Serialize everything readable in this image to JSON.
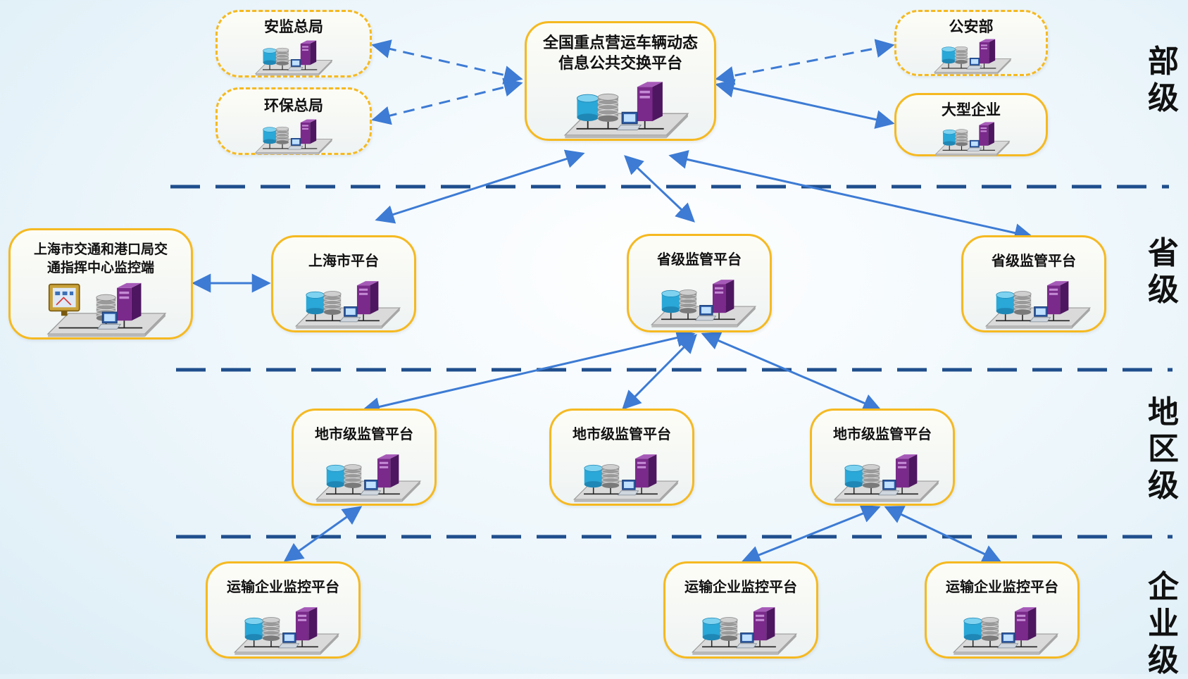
{
  "levels": [
    "部级",
    "省级",
    "地区级",
    "企业级"
  ],
  "nodes": {
    "anjian": "安监总局",
    "huanbao": "环保总局",
    "national": "全国重点营运车辆动态信息公共交换平台",
    "gongan": "公安部",
    "daxing": "大型企业",
    "sh_jiaotong": "上海市交通和港口局交通指挥中心监控端",
    "shanghai": "上海市平台",
    "province1": "省级监管平台",
    "province2": "省级监管平台",
    "city1": "地市级监管平台",
    "city2": "地市级监管平台",
    "city3": "地市级监管平台",
    "ent1": "运输企业监控平台",
    "ent2": "运输企业监控平台",
    "ent3": "运输企业监控平台"
  },
  "colors": {
    "border": "#f5b921",
    "arrow": "#3d7bd4",
    "divider": "#1f4e8c",
    "database": "#2aa8d8",
    "storage": "#9a9a9a",
    "server": "#7a2a8a"
  }
}
